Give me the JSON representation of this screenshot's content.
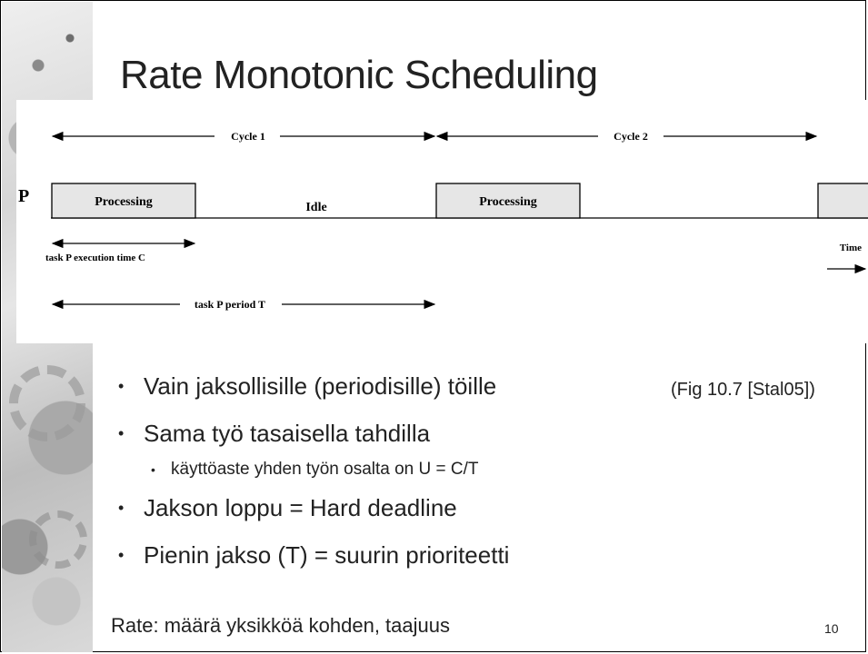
{
  "slide": {
    "title": "Rate Monotonic Scheduling",
    "figure_reference": "(Fig 10.7 [Stal05])",
    "footnote": "Rate: määrä yksikköä kohden, taajuus",
    "page_number": "10"
  },
  "figure": {
    "cycle1_label": "Cycle 1",
    "cycle2_label": "Cycle 2",
    "task_label": "P",
    "processing_label_1": "Processing",
    "idle_label": "Idle",
    "processing_label_2": "Processing",
    "execution_time_label": "task P execution time C",
    "period_label": "task P period T",
    "time_label": "Time"
  },
  "bullets": [
    {
      "level": 1,
      "text": "Vain jaksollisille (periodisille) töille"
    },
    {
      "level": 1,
      "text": "Sama työ tasaisella tahdilla"
    },
    {
      "level": 2,
      "text": "käyttöaste yhden työn osalta on U = C/T"
    },
    {
      "level": 1,
      "text": "Jakson loppu = Hard deadline"
    },
    {
      "level": 1,
      "text": "Pienin jakso (T) = suurin prioriteetti"
    }
  ]
}
